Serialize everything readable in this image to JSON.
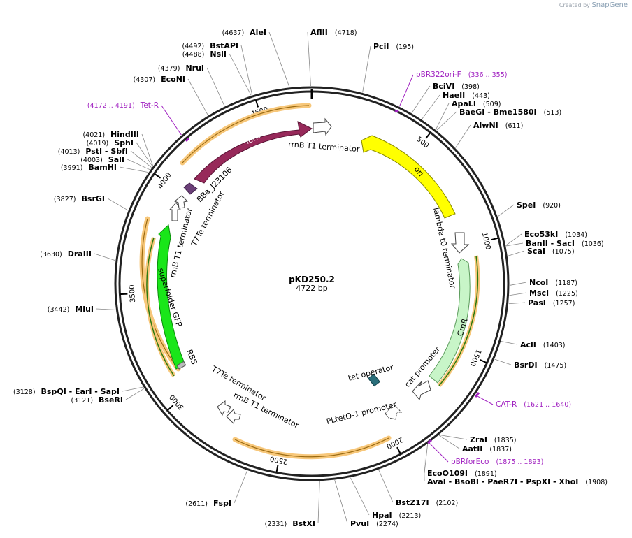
{
  "credit": {
    "prefix": "Created by",
    "brand": "SnapGene"
  },
  "plasmid": {
    "name": "pKD250.2",
    "length": "4722 bp"
  },
  "ruler_ticks": [
    "500",
    "1000",
    "1500",
    "2000",
    "2500",
    "3000",
    "3500",
    "4000",
    "4500"
  ],
  "sites": [
    {
      "enzyme": "AleI",
      "position": "(4637)",
      "bp": 4637
    },
    {
      "enzyme": "AflII",
      "position": "(4718)",
      "bp": 4718
    },
    {
      "enzyme": "PciI",
      "position": "(195)",
      "bp": 195
    },
    {
      "enzyme": "BciVI",
      "position": "(398)",
      "bp": 398
    },
    {
      "enzyme": "HaeII",
      "position": "(443)",
      "bp": 443
    },
    {
      "enzyme": "ApaLI",
      "position": "(509)",
      "bp": 509
    },
    {
      "enzyme": "BaeGI - Bme1580I",
      "position": "(513)",
      "bp": 513
    },
    {
      "enzyme": "AlwNI",
      "position": "(611)",
      "bp": 611
    },
    {
      "enzyme": "SpeI",
      "position": "(920)",
      "bp": 920
    },
    {
      "enzyme": "Eco53kI",
      "position": "(1034)",
      "bp": 1034
    },
    {
      "enzyme": "BanII - SacI",
      "position": "(1036)",
      "bp": 1036
    },
    {
      "enzyme": "ScaI",
      "position": "(1075)",
      "bp": 1075
    },
    {
      "enzyme": "NcoI",
      "position": "(1187)",
      "bp": 1187
    },
    {
      "enzyme": "MscI",
      "position": "(1225)",
      "bp": 1225
    },
    {
      "enzyme": "PasI",
      "position": "(1257)",
      "bp": 1257
    },
    {
      "enzyme": "AclI",
      "position": "(1403)",
      "bp": 1403
    },
    {
      "enzyme": "BsrDI",
      "position": "(1475)",
      "bp": 1475
    },
    {
      "enzyme": "ZraI",
      "position": "(1835)",
      "bp": 1835
    },
    {
      "enzyme": "AatII",
      "position": "(1837)",
      "bp": 1837
    },
    {
      "enzyme": "EcoO109I",
      "position": "(1891)",
      "bp": 1891
    },
    {
      "enzyme": "AvaI - BsoBI - PaeR7I - PspXI - XhoI",
      "position": "(1908)",
      "bp": 1908
    },
    {
      "enzyme": "BstZ17I",
      "position": "(2102)",
      "bp": 2102
    },
    {
      "enzyme": "HpaI",
      "position": "(2213)",
      "bp": 2213
    },
    {
      "enzyme": "PvuI",
      "position": "(2274)",
      "bp": 2274
    },
    {
      "enzyme": "BstXI",
      "position": "(2331)",
      "bp": 2331
    },
    {
      "enzyme": "FspI",
      "position": "(2611)",
      "bp": 2611
    },
    {
      "enzyme": "BspQI - EarI - SapI",
      "position": "(3128)",
      "bp": 3128
    },
    {
      "enzyme": "BseRI",
      "position": "(3121)",
      "bp": 3121
    },
    {
      "enzyme": "MluI",
      "position": "(3442)",
      "bp": 3442
    },
    {
      "enzyme": "DraIII",
      "position": "(3630)",
      "bp": 3630
    },
    {
      "enzyme": "BsrGI",
      "position": "(3827)",
      "bp": 3827
    },
    {
      "enzyme": "BamHI",
      "position": "(3991)",
      "bp": 3991
    },
    {
      "enzyme": "SalI",
      "position": "(4003)",
      "bp": 4003
    },
    {
      "enzyme": "PstI - SbfI",
      "position": "(4013)",
      "bp": 4013
    },
    {
      "enzyme": "SphI",
      "position": "(4019)",
      "bp": 4019
    },
    {
      "enzyme": "HindIII",
      "position": "(4021)",
      "bp": 4021
    },
    {
      "enzyme": "EcoNI",
      "position": "(4307)",
      "bp": 4307
    },
    {
      "enzyme": "NruI",
      "position": "(4379)",
      "bp": 4379
    },
    {
      "enzyme": "NsiI",
      "position": "(4488)",
      "bp": 4488
    },
    {
      "enzyme": "BstAPI",
      "position": "(4492)",
      "bp": 4492
    }
  ],
  "primers": [
    {
      "name": "pBR322ori-F",
      "range": "(336 .. 355)",
      "bp": 345
    },
    {
      "name": "CAT-R",
      "range": "(1621 .. 1640)",
      "bp": 1630
    },
    {
      "name": "pBRforEco",
      "range": "(1875 .. 1893)",
      "bp": 1884
    },
    {
      "name": "Tet-R",
      "range": "(4172 .. 4191)",
      "bp": 4181
    }
  ],
  "features": {
    "tetr": "TetR",
    "ori": "ori",
    "cmr": "CmR",
    "sfgfp": "superfolder GFP",
    "rrnb_top": "rrnB T1 terminator",
    "lambda": "lambda t0 terminator",
    "cat_promoter": "cat promoter",
    "tet_operator": "tet operator",
    "pltet": "PLtetO-1 promoter",
    "t7te_bottom": "T7Te terminator",
    "rrnb_bottom": "rrnB T1 terminator",
    "rbs": "RBS",
    "rrnb_left": "rrnB T1 terminator",
    "t7te_left": "T7Te terminator",
    "bba": "BBa_J23106"
  },
  "colors": {
    "tetr": "#97295a",
    "ori": "#ffff00",
    "cmr": "#c8f5c8",
    "sfgfp": "#19e619",
    "primer": "#a020c0",
    "orange_halo": "#f7c77a"
  }
}
